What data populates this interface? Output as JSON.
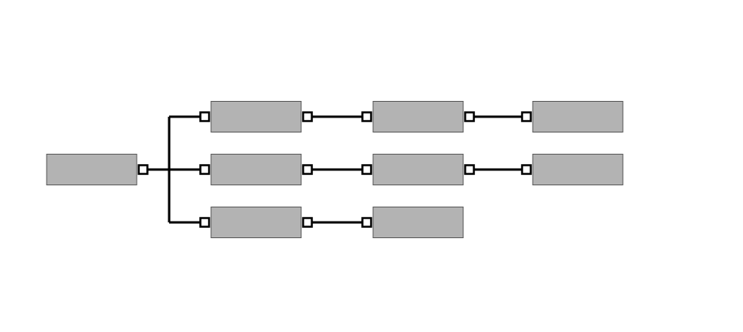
{
  "diagram": {
    "type": "tree",
    "colors": {
      "node_fill": "#b3b3b3",
      "node_border": "#555555",
      "connector": "#000000",
      "port_fill": "#ffffff"
    },
    "root": {
      "id": "root",
      "label": "",
      "children": [
        {
          "id": "a1",
          "label": "",
          "children": [
            {
              "id": "a2",
              "label": "",
              "children": [
                {
                  "id": "a3",
                  "label": "",
                  "children": []
                }
              ]
            }
          ]
        },
        {
          "id": "b1",
          "label": "",
          "children": [
            {
              "id": "b2",
              "label": "",
              "children": [
                {
                  "id": "b3",
                  "label": "",
                  "children": []
                }
              ]
            }
          ]
        },
        {
          "id": "c1",
          "label": "",
          "children": [
            {
              "id": "c2",
              "label": "",
              "children": []
            }
          ]
        }
      ]
    }
  }
}
